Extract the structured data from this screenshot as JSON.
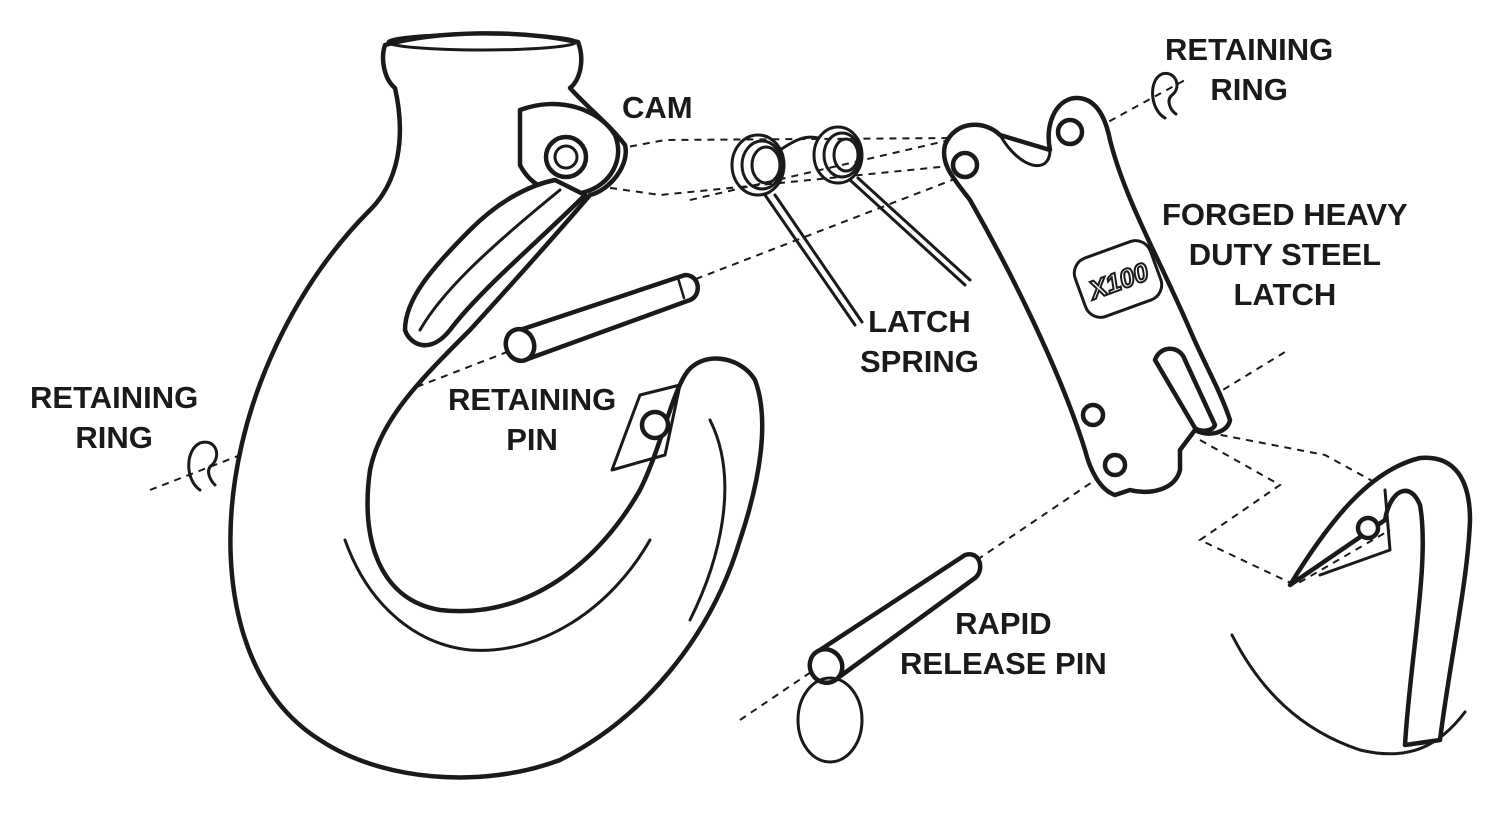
{
  "labels": {
    "cam": "CAM",
    "retaining_ring_top": [
      "RETAINING",
      "RING"
    ],
    "latch": [
      "FORGED HEAVY",
      "DUTY STEEL",
      "LATCH"
    ],
    "latch_spring": [
      "LATCH",
      "SPRING"
    ],
    "retaining_ring_left": [
      "RETAINING",
      "RING"
    ],
    "retaining_pin": [
      "RETAINING",
      "PIN"
    ],
    "rapid_release_pin": [
      "RAPID",
      "RELEASE PIN"
    ]
  },
  "logo": "X100",
  "colors": {
    "ink": "#1a1a1a",
    "background": "#ffffff"
  }
}
